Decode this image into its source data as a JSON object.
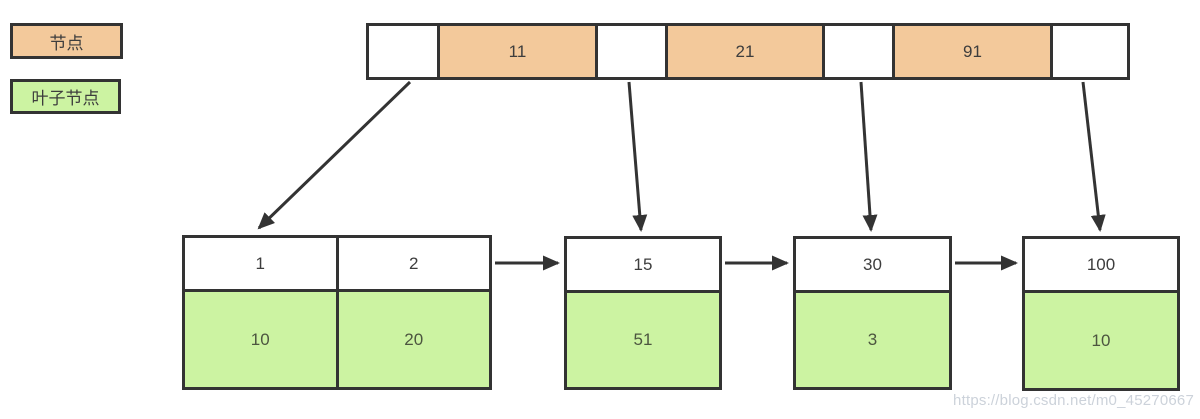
{
  "legend": {
    "node_label": "节点",
    "leaf_label": "叶子节点"
  },
  "root_node": {
    "keys": [
      "11",
      "21",
      "91"
    ]
  },
  "leaf_nodes": [
    {
      "keys": [
        "1",
        "2"
      ],
      "values": [
        "10",
        "20"
      ]
    },
    {
      "keys": [
        "15"
      ],
      "values": [
        "51"
      ]
    },
    {
      "keys": [
        "30"
      ],
      "values": [
        "3"
      ]
    },
    {
      "keys": [
        "100"
      ],
      "values": [
        "10"
      ]
    }
  ],
  "watermark": "https://blog.csdn.net/m0_45270667",
  "colors": {
    "node_fill": "#f3c99b",
    "leaf_fill": "#ccf3a2",
    "border": "#333333",
    "arrow": "#333333",
    "watermark": "#ccd2da"
  }
}
